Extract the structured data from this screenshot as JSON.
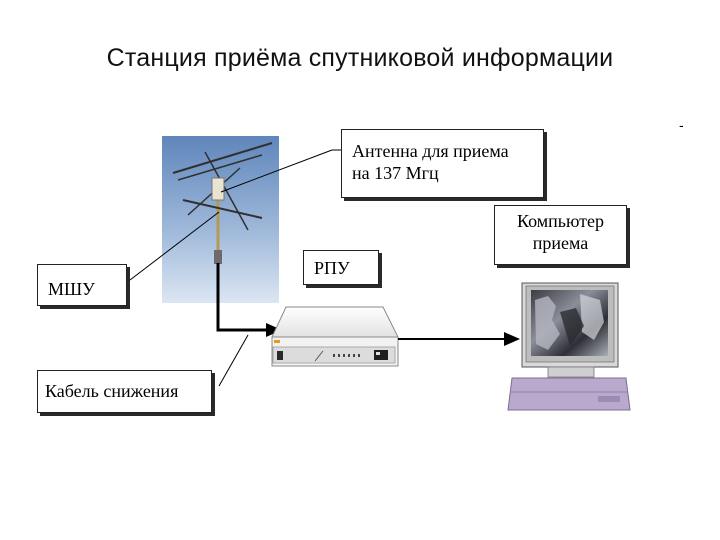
{
  "title": "Станция приёма спутниковой информации",
  "corner_mark": "-",
  "labels": {
    "antenna_line1": "Антенна для приема",
    "antenna_line2": "на 137 Мгц",
    "computer_line1": "Компьютер",
    "computer_line2": "приема",
    "rpu": "РПУ",
    "mshu": "МШУ",
    "cable": "Кабель снижения"
  },
  "colors": {
    "sky_top": "#5f86bb",
    "sky_bottom": "#dbe6f3",
    "receiver_body": "#f2f2f2",
    "receiver_stripe": "#e89a1c",
    "monitor_base": "#b9a9cc",
    "cable": "#000000"
  }
}
